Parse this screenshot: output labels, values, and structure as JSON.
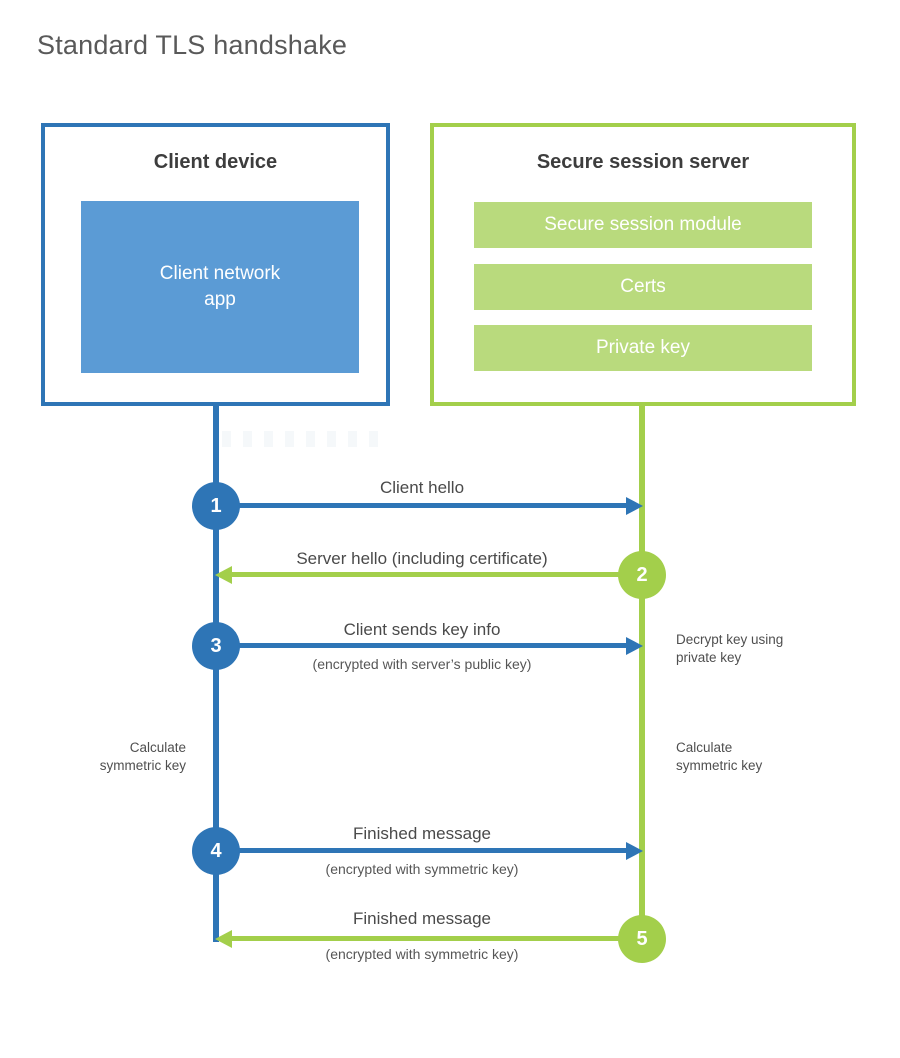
{
  "title": "Standard TLS handshake",
  "client": {
    "title": "Client device",
    "module_label": "Client network\napp"
  },
  "server": {
    "title": "Secure session server",
    "modules": [
      "Secure session module",
      "Certs",
      "Private key"
    ]
  },
  "steps": [
    {
      "number": "1",
      "label": "Client hello",
      "sublabel": "",
      "direction": "client-to-server"
    },
    {
      "number": "2",
      "label": "Server hello (including certificate)",
      "sublabel": "",
      "direction": "server-to-client"
    },
    {
      "number": "3",
      "label": "Client sends key info",
      "sublabel": "(encrypted with server’s public key)",
      "direction": "client-to-server"
    },
    {
      "number": "4",
      "label": "Finished message",
      "sublabel": "(encrypted with symmetric key)",
      "direction": "client-to-server"
    },
    {
      "number": "5",
      "label": "Finished message",
      "sublabel": "(encrypted with symmetric key)",
      "direction": "server-to-client"
    }
  ],
  "side_notes": {
    "decrypt": "Decrypt key using\nprivate key",
    "calculate_left": "Calculate\nsymmetric key",
    "calculate_right": "Calculate\nsymmetric key"
  },
  "colors": {
    "client_blue": "#2e75b6",
    "client_fill_blue": "#5b9bd5",
    "server_green": "#a3cf4b",
    "server_fill_green": "#b9da7d",
    "heading_text": "#3d3d3d",
    "label_text": "#4a4a4a",
    "title_text": "#595959"
  }
}
